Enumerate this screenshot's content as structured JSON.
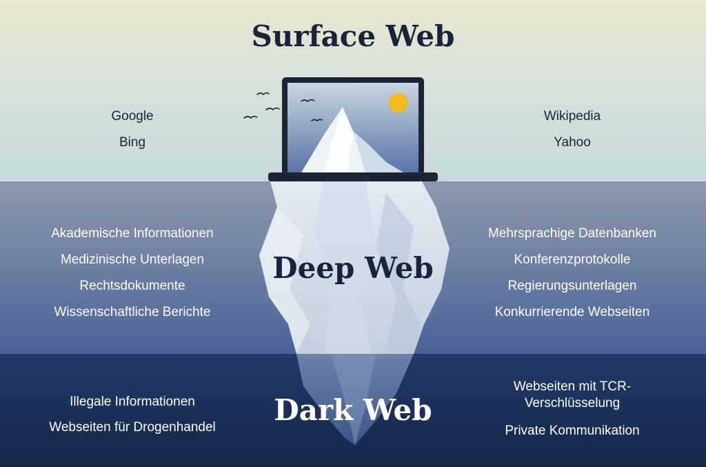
{
  "surface": {
    "title": "Surface Web",
    "left_items": [
      "Google",
      "Bing"
    ],
    "right_items": [
      "Wikipedia",
      "Yahoo"
    ]
  },
  "deep": {
    "title": "Deep Web",
    "left_items": [
      "Akademische Informationen",
      "Medizinische Unterlagen",
      "Rechtsdokumente",
      "Wissenschaftliche Berichte"
    ],
    "right_items": [
      "Mehrsprachige Datenbanken",
      "Konferenzprotokolle",
      "Regierungsunterlagen",
      "Konkurrierende Webseiten"
    ]
  },
  "dark": {
    "title": "Dark Web",
    "left_items": [
      "Illegale Informationen",
      "Webseiten für Drogenhandel"
    ],
    "right_items": [
      "Webseiten mit TCR-",
      "Verschlüsselung",
      "Private Kommunikation"
    ]
  },
  "colors": {
    "title_dark": "#16253d",
    "laptop": "#1c2535",
    "sun": "#f2b91e",
    "iceberg": "#dfe8f0"
  },
  "icons": [
    "laptop-icon",
    "iceberg-icon",
    "sun-icon",
    "bird-icon"
  ]
}
